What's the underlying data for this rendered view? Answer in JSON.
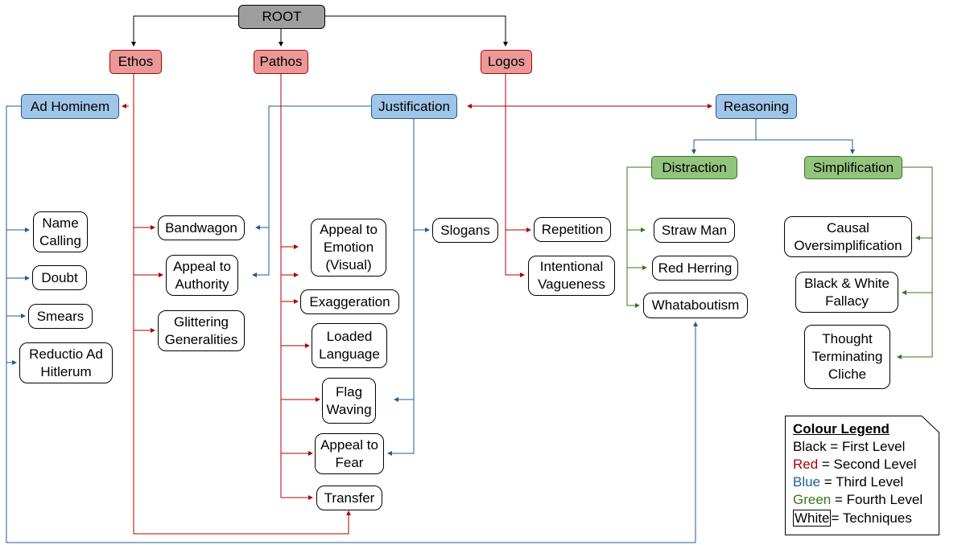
{
  "diagram": {
    "root": "ROOT",
    "second_level": {
      "ethos": "Ethos",
      "pathos": "Pathos",
      "logos": "Logos"
    },
    "third_level": {
      "ad_hominem": "Ad Hominem",
      "justification": "Justification",
      "reasoning": "Reasoning"
    },
    "fourth_level": {
      "distraction": "Distraction",
      "simplification": "Simplification"
    },
    "techniques": {
      "name_calling": "Name\nCalling",
      "doubt": "Doubt",
      "smears": "Smears",
      "reductio": "Reductio Ad\nHitlerum",
      "bandwagon": "Bandwagon",
      "appeal_authority": "Appeal to\nAuthority",
      "glittering": "Glittering\nGeneralities",
      "appeal_emotion": "Appeal to\nEmotion\n(Visual)",
      "exaggeration": "Exaggeration",
      "loaded_language": "Loaded\nLanguage",
      "flag_waving": "Flag\nWaving",
      "appeal_fear": "Appeal to\nFear",
      "transfer": "Transfer",
      "slogans": "Slogans",
      "repetition": "Repetition",
      "intentional_vagueness": "Intentional\nVagueness",
      "straw_man": "Straw Man",
      "red_herring": "Red Herring",
      "whataboutism": "Whataboutism",
      "causal_oversimplification": "Causal\nOversimplification",
      "black_white": "Black & White\nFallacy",
      "thought_terminating": "Thought\nTerminating\nCliche"
    }
  },
  "legend": {
    "title": "Colour Legend",
    "black_word": "Black",
    "black_rest": " = First Level",
    "red_word": "Red",
    "red_rest": " = Second Level",
    "blue_word": "Blue",
    "blue_rest": " = Third Level",
    "green_word": "Green",
    "green_rest": " = Fourth Level",
    "white_word": "White",
    "white_rest": "= Techniques"
  },
  "colors": {
    "black": "#000000",
    "red": "#b00000",
    "blue": "#1f5b95",
    "green": "#38761d",
    "root_fill": "#9e9e9e",
    "red_fill": "#ea9999",
    "blue_fill": "#9fc5e8",
    "green_fill": "#93c47d"
  }
}
